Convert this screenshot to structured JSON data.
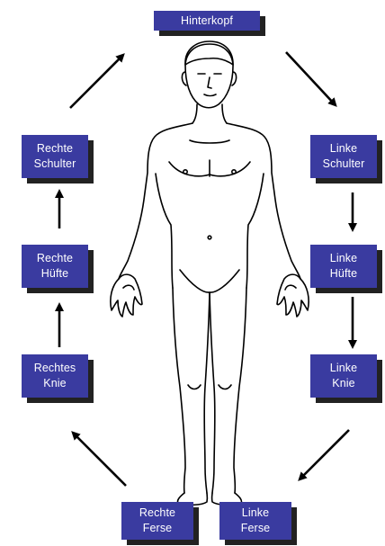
{
  "colors": {
    "box_fill": "#3a3ba0",
    "box_shadow": "#222222",
    "box_text": "#ffffff",
    "arrow": "#000000",
    "outline": "#000000"
  },
  "nodes": {
    "hinterkopf": "Hinterkopf",
    "linke_schulter": "Linke\nSchulter",
    "linke_huefte": "Linke\nHüfte",
    "linke_knie": "Linke\nKnie",
    "linke_ferse": "Linke\nFerse",
    "rechte_ferse": "Rechte\nFerse",
    "rechtes_knie": "Rechtes\nKnie",
    "rechte_huefte": "Rechte\nHüfte",
    "rechte_schulter": "Rechte\nSchulter"
  },
  "edges": [
    {
      "from": "hinterkopf",
      "to": "linke_schulter"
    },
    {
      "from": "linke_schulter",
      "to": "linke_huefte"
    },
    {
      "from": "linke_huefte",
      "to": "linke_knie"
    },
    {
      "from": "linke_knie",
      "to": "linke_ferse"
    },
    {
      "from": "rechte_ferse",
      "to": "rechtes_knie"
    },
    {
      "from": "rechtes_knie",
      "to": "rechte_huefte"
    },
    {
      "from": "rechte_huefte",
      "to": "rechte_schulter"
    },
    {
      "from": "rechte_schulter",
      "to": "hinterkopf"
    }
  ],
  "figure_icon": "human-body-front-outline-icon",
  "arrow_icon": "arrow-icon"
}
